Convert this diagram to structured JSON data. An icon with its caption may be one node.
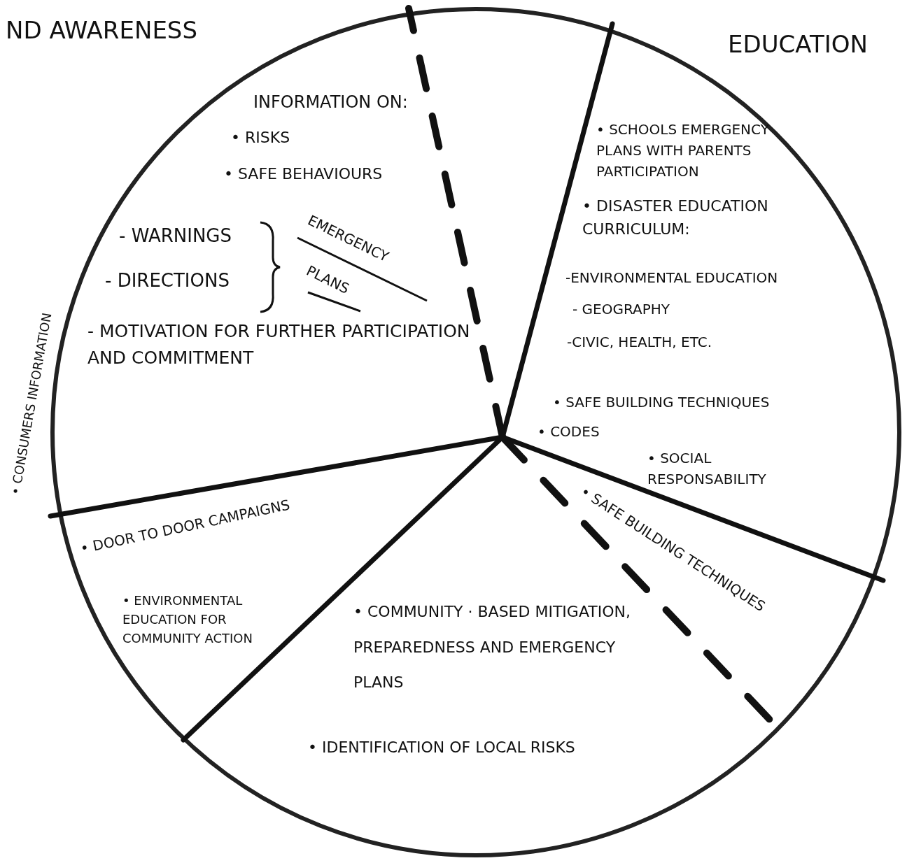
{
  "diagram": {
    "labels": [
      "ND AWARENESS",
      "EDUCATION",
      "• CONSUMERS INFORMATION",
      "INFORMATION ON:",
      "• RISKS",
      "• SAFE BEHAVIOURS",
      "- WARNINGS",
      "- DIRECTIONS",
      "EMERGENCY",
      "PLANS",
      "- MOTIVATION FOR FURTHER PARTICIPATION AND COMMITMENT",
      "• SCHOOLS EMERGENCY PLANS WITH PARENTS PARTICIPATION",
      "• DISASTER EDUCATION CURRICULUM:",
      "-ENVIRONMENTAL EDUCATION",
      "- GEOGRAPHY",
      "-CIVIC, HEALTH, ETC.",
      "• SAFE BUILDING TECHNIQUES",
      "• CODES",
      "• SOCIAL RESPONSABILITY",
      "• SAFE BUILDING TECHNIQUES",
      "• DOOR TO DOOR CAMPAIGNS",
      "• ENVIRONMENTAL EDUCATION FOR COMMUNITY ACTION",
      "• COMMUNITY · BASED MITIGATION, PREPAREDNESS AND EMERGENCY PLANS",
      "• IDENTIFICATION OF LOCAL RISKS"
    ]
  }
}
